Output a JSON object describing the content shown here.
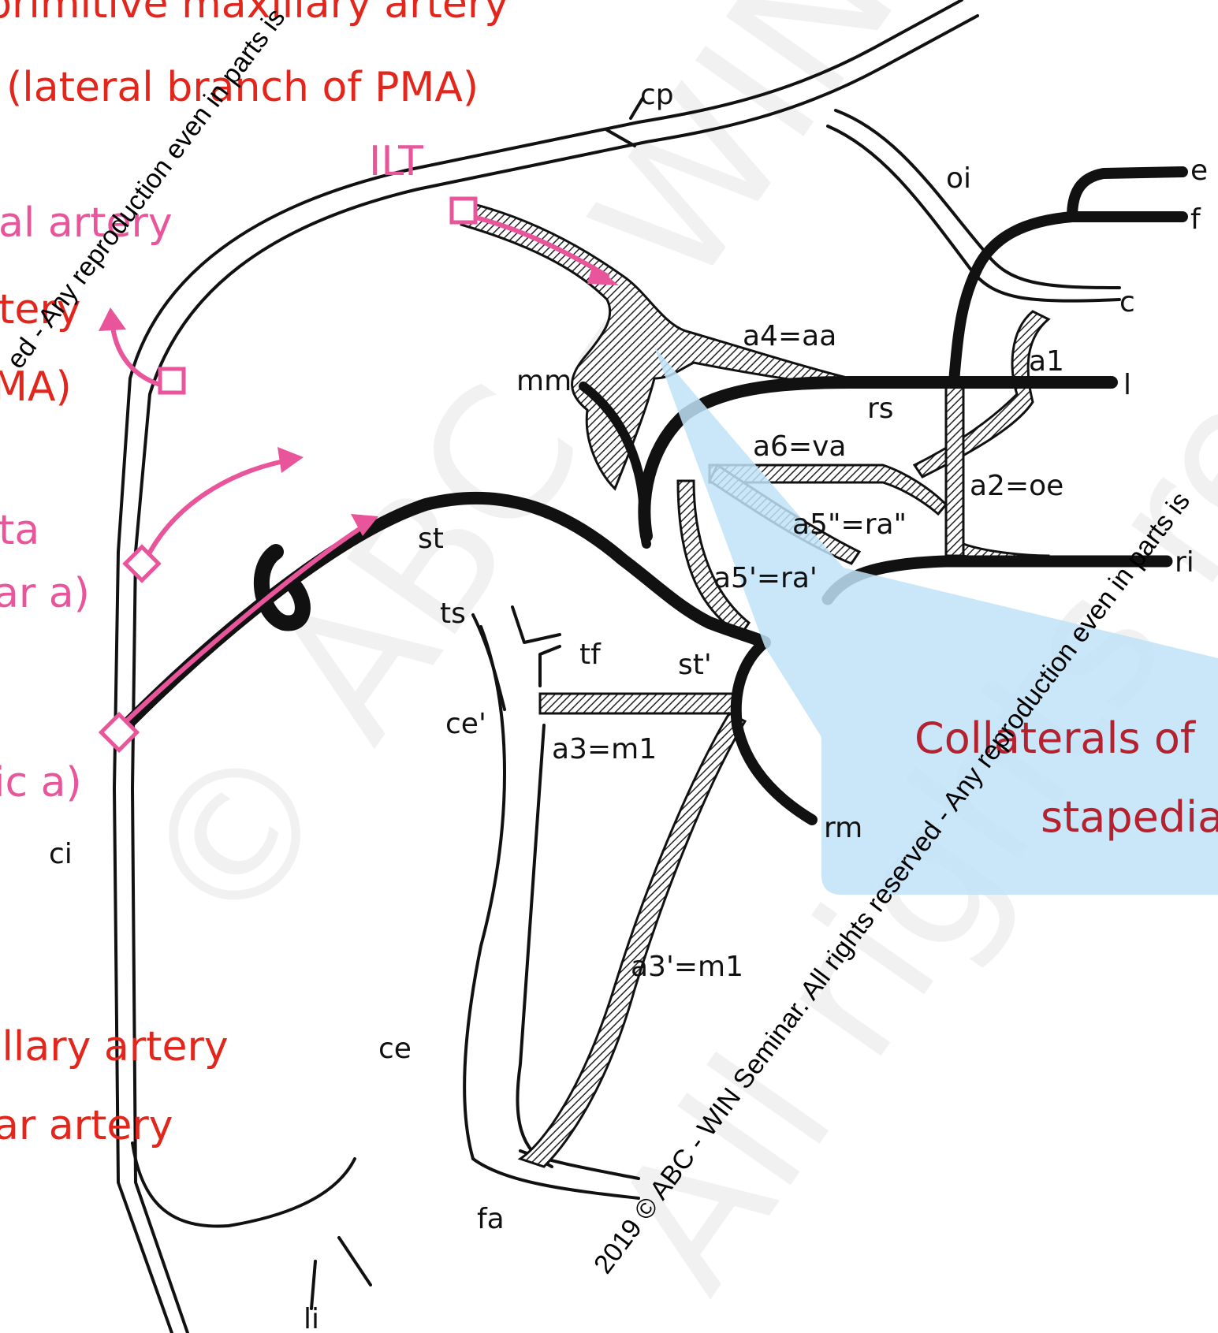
{
  "annotations_red": {
    "primitive_maxillary": "primitive maxillary artery",
    "lateral_branch": "(lateral branch of PMA)",
    "axillary": "illary artery",
    "ar_artery": "ar artery"
  },
  "annotations_pink": {
    "ilt": "ILT",
    "al_artery": "al artery",
    "tery": "tery",
    "ma": "MA)",
    "ta": "ta",
    "ar_a": "ar a)",
    "ic_a": "ic a)"
  },
  "collateral_box": {
    "line1": "Collaterals of",
    "line2": "stapedia"
  },
  "vessel_labels": {
    "cp": "cp",
    "oi": "oi",
    "e": "e",
    "f": "f",
    "c": "c",
    "a1": "a1",
    "l": "l",
    "a4": "a4=aa",
    "mm": "mm",
    "rs": "rs",
    "a6": "a6=va",
    "a2": "a2=oe",
    "a5pp": "a5\"=ra\"",
    "ri": "ri",
    "a5p": "a5'=ra'",
    "st": "st",
    "ts": "ts",
    "tf": "tf",
    "stp": "st'",
    "cep": "ce'",
    "a3": "a3=m1",
    "rm": "rm",
    "ci": "ci",
    "a3p": "a3'=m1",
    "ce": "ce",
    "fa": "fa",
    "li": "li"
  },
  "copyright": {
    "diagonal": "2019 © ABC - WIN Seminar.  All rights reserved - Any reproduction even in parts is",
    "upper_left": "ed - Any reproduction even in parts is"
  },
  "watermark": {
    "text1": "© ABC - WIN Seminar",
    "text2": "All rights reserved - Any reproduction"
  },
  "colors": {
    "red": "#e2261c",
    "pink": "#e8559a",
    "blue_overlay": "#bfe3f7",
    "dark_red": "#b3222e"
  }
}
